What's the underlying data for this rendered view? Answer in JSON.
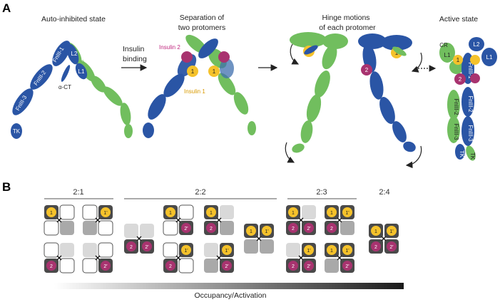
{
  "panel_a": {
    "letter": "A",
    "states": {
      "auto_inhibited": "Auto-inhibited state",
      "separation_line1": "Separation of",
      "separation_line2": "two protomers",
      "hinge_line1": "Hinge motions",
      "hinge_line2": "of each protomer",
      "active": "Active state"
    },
    "step": {
      "line1": "Insulin",
      "line2": "binding"
    },
    "domains": {
      "fn1": "FnIII-1",
      "fn2": "FnIII-2",
      "fn3": "FnIII-3",
      "l1": "L1",
      "l2": "L2",
      "cr": "CR",
      "tk": "TK",
      "act": "α-CT"
    },
    "insulin_labels": {
      "site2": "Insulin 2",
      "site1": "Insulin 1"
    },
    "site_markers": {
      "site1": "1",
      "site1p": "1'",
      "site2": "2",
      "site2p": "2'"
    }
  },
  "panel_b": {
    "letter": "B",
    "ratios": [
      "2:1",
      "2:2",
      "2:3",
      "2:4"
    ],
    "gradient_label": "Occupancy/Activation"
  },
  "colors": {
    "protomer_blue": "#2a55a5",
    "protomer_green": "#71be5e",
    "site1_insulin": "#f5c22b",
    "site2_insulin": "#a8336f",
    "tile_light": "#d9d9d9",
    "tile_mid": "#a9a9a9",
    "tile_dark": "#4a4a4a",
    "insulin1_text": "#d99a00",
    "insulin2_text": "#c0287f"
  }
}
